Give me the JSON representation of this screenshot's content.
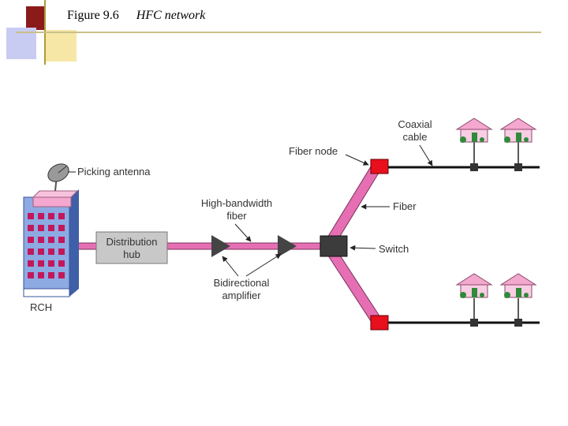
{
  "slide": {
    "figure_number": "Figure 9.6",
    "figure_title": "HFC network"
  },
  "diagram": {
    "labels": {
      "picking_antenna": "Picking antenna",
      "rch": "RCH",
      "distribution_hub_line1": "Distribution",
      "distribution_hub_line2": "hub",
      "high_bandwidth_line1": "High-bandwidth",
      "high_bandwidth_line2": "fiber",
      "bidirectional_line1": "Bidirectional",
      "bidirectional_line2": "amplifier",
      "fiber_node": "Fiber node",
      "coaxial_line1": "Coaxial",
      "coaxial_line2": "cable",
      "fiber": "Fiber",
      "switch": "Switch"
    },
    "colors": {
      "fiber": "#e66fb4",
      "fiber_node": "#e8101e",
      "switch": "#3c3c3c",
      "hub": "#c8c8c8",
      "building": "#6d8fd0",
      "house": "#f4a7cf",
      "accent_bar": "#8b1a1a"
    }
  }
}
